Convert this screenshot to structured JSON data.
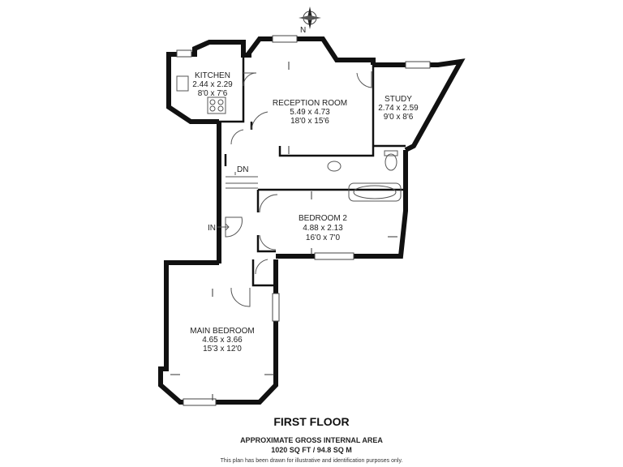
{
  "compass": {
    "label": "N"
  },
  "rooms": {
    "kitchen": {
      "name": "KITCHEN",
      "metric": "2.44 x 2.29",
      "imperial": "8'0 x 7'6"
    },
    "reception": {
      "name": "RECEPTION ROOM",
      "metric": "5.49 x 4.73",
      "imperial": "18'0 x 15'6"
    },
    "study": {
      "name": "STUDY",
      "metric": "2.74 x 2.59",
      "imperial": "9'0 x 8'6"
    },
    "bedroom2": {
      "name": "BEDROOM 2",
      "metric": "4.88 x 2.13",
      "imperial": "16'0 x 7'0"
    },
    "main_bedroom": {
      "name": "MAIN BEDROOM",
      "metric": "4.65 x 3.66",
      "imperial": "15'3 x 12'0"
    }
  },
  "labels": {
    "down": "DN",
    "entrance": "IN"
  },
  "footer": {
    "floor": "FIRST FLOOR",
    "area_title": "APPROXIMATE GROSS INTERNAL AREA",
    "area_value": "1020 SQ FT / 94.8 SQ M",
    "disclaimer": "This plan has been drawn for illustrative and identification purposes only."
  }
}
